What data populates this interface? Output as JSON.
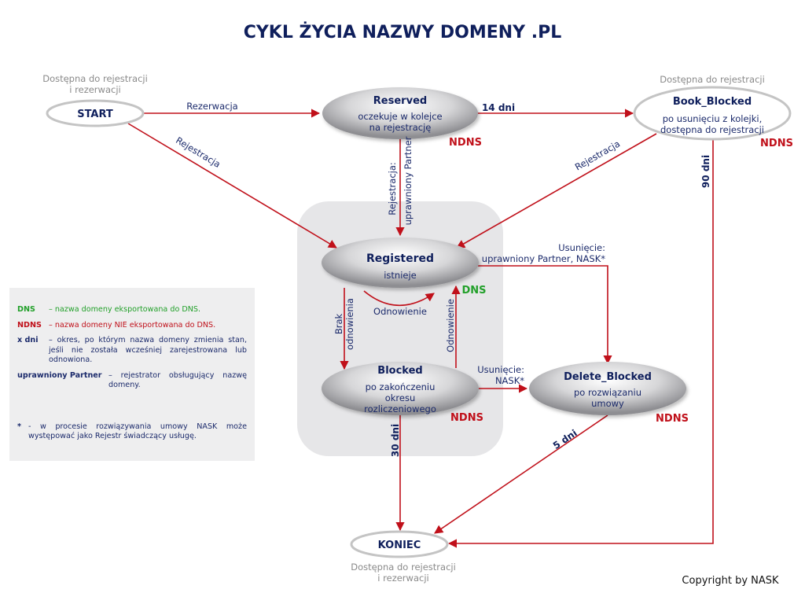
{
  "title": "CYKL ŻYCIA NAZWY DOMENY .PL",
  "states": {
    "start": {
      "title": "START",
      "caption": [
        "Dostępna do rejestracji",
        "i rezerwacji"
      ]
    },
    "reserved": {
      "title": "Reserved",
      "desc": [
        "oczekuje w kolejce",
        "na rejestrację"
      ],
      "tag": "NDNS"
    },
    "book_blocked": {
      "title": "Book_Blocked",
      "desc": [
        "po usunięciu z kolejki,",
        "dostępna do rejestracji"
      ],
      "caption": [
        "Dostępna do rejestracji"
      ],
      "tag": "NDNS"
    },
    "registered": {
      "title": "Registered",
      "desc": [
        "istnieje"
      ],
      "tag": "DNS"
    },
    "blocked": {
      "title": "Blocked",
      "desc": [
        "po zakończeniu",
        "okresu",
        "rozliczeniowego"
      ],
      "tag": "NDNS"
    },
    "delete_blocked": {
      "title": "Delete_Blocked",
      "desc": [
        "po rozwiązaniu",
        "umowy"
      ],
      "tag": "NDNS"
    },
    "koniec": {
      "title": "KONIEC",
      "caption": [
        "Dostępna do rejestracji",
        "i rezerwacji"
      ]
    }
  },
  "transitions": {
    "start_reserved": "Rezerwacja",
    "start_registered": "Rejestracja",
    "reserved_book_blocked": "14 dni",
    "reserved_registered": [
      "Rejestracja:",
      "uprawniony Partner"
    ],
    "book_blocked_registered": "Rejestracja",
    "book_blocked_koniec": "90 dni",
    "registered_delete_blocked": [
      "Usunięcie:",
      "uprawniony Partner, NASK*"
    ],
    "registered_self": "Odnowienie",
    "registered_blocked": [
      "Brak",
      "odnowienia"
    ],
    "blocked_registered": "Odnowienie",
    "blocked_delete_blocked": [
      "Usunięcie:",
      "NASK*"
    ],
    "blocked_koniec": "30 dni",
    "delete_blocked_koniec": "5 dni"
  },
  "legend": [
    {
      "key": "DNS",
      "text": "– nazwa domeny eksportowana do DNS.",
      "color": "#22a02a"
    },
    {
      "key": "NDNS",
      "text": "– nazwa domeny NIE eksportowana do DNS.",
      "color": "#c0101a"
    },
    {
      "key": "x dni",
      "text": "– okres, po którym nazwa domeny zmienia stan, jeśli nie została wcześniej zarejestrowana lub odnowiona."
    },
    {
      "key": "uprawniony Partner",
      "text": "– rejestrator obsługujący nazwę domeny."
    },
    {
      "key": "*",
      "text": "- w procesie rozwiązywania umowy NASK może występować jako Rejestr świadczący usługę."
    }
  ],
  "copyright": "Copyright by NASK",
  "colors": {
    "arrow": "#c0101a",
    "title": "#0f1f5c",
    "dns": "#22a02a",
    "ndns": "#c0101a"
  }
}
